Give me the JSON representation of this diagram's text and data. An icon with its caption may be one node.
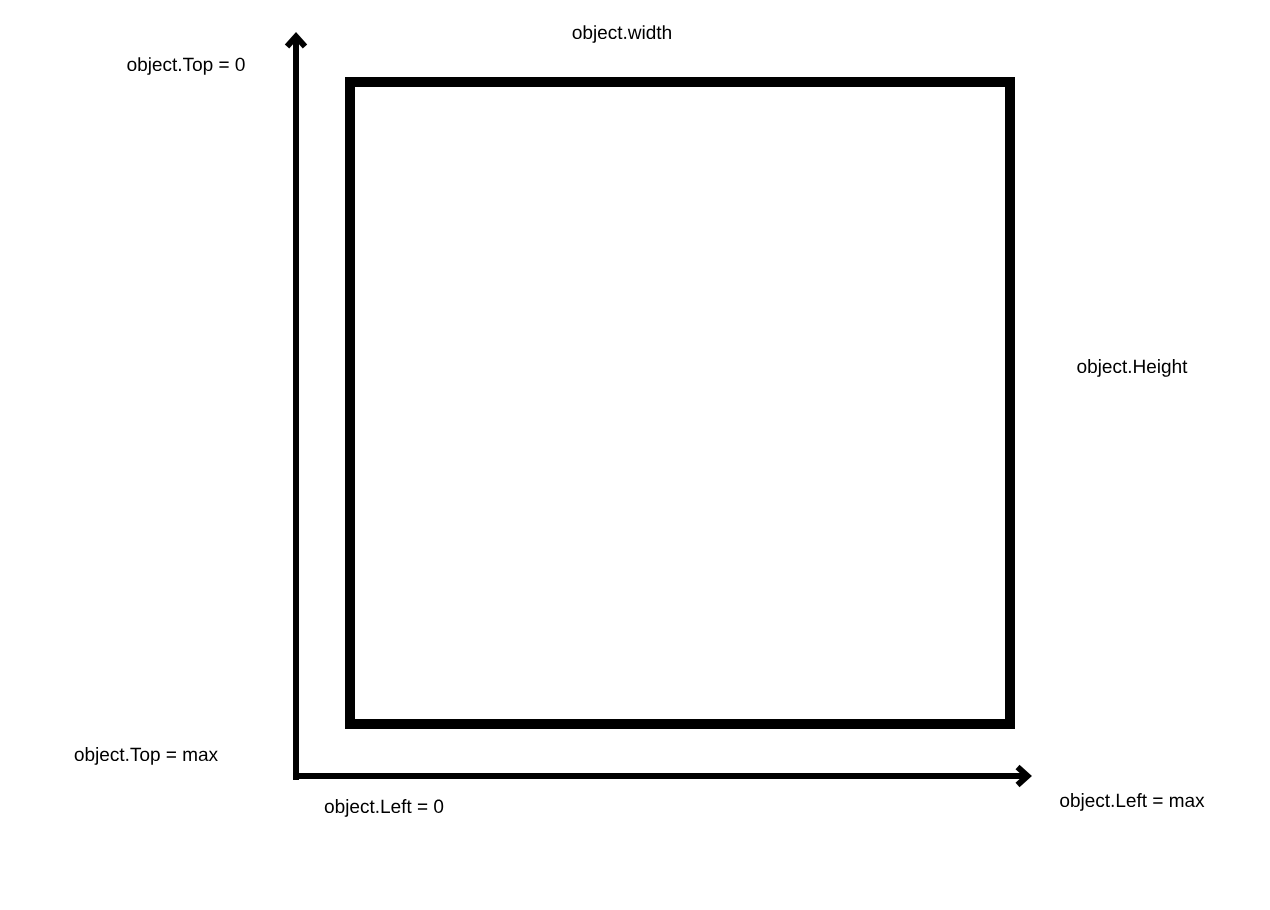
{
  "diagram": {
    "nodes": [
      {
        "text": [],
        "shape": "box",
        "beside": [
          "object.width",
          "object.Height"
        ]
      }
    ],
    "labels": [
      "object.Top = 0",
      "object.Top = max",
      "object.Left = 0",
      "object.Left = max"
    ]
  }
}
